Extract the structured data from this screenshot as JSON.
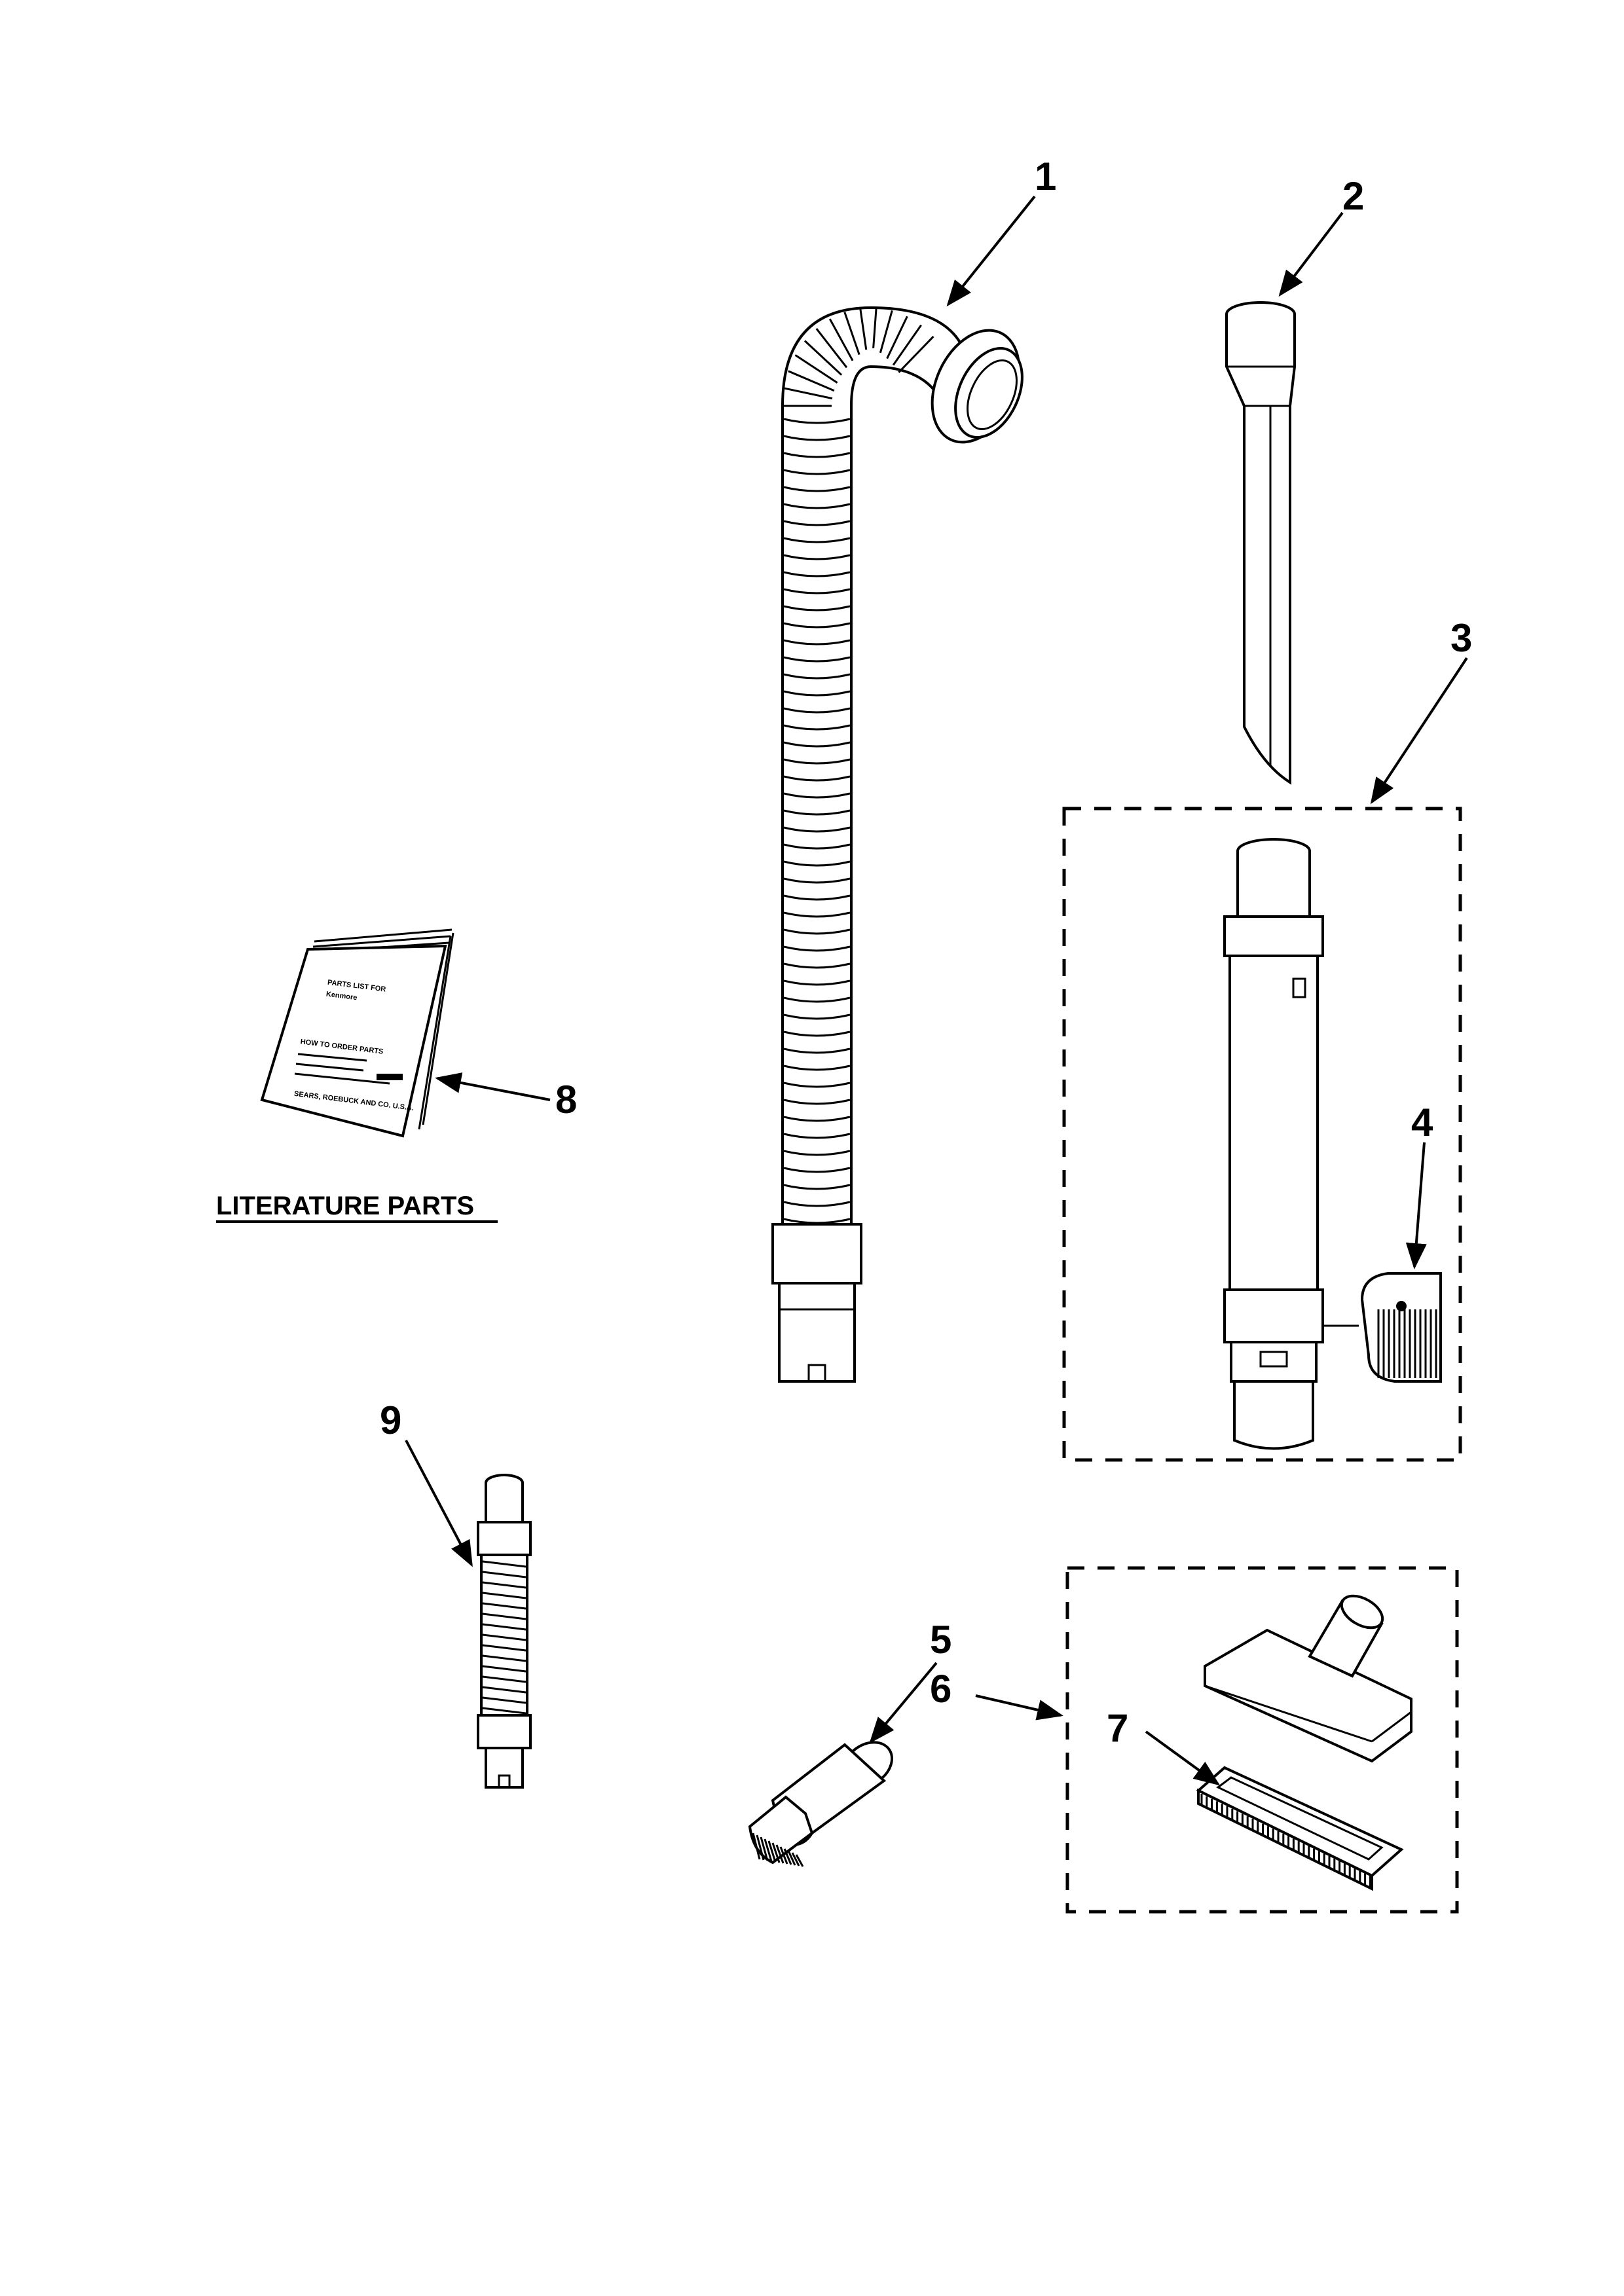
{
  "callouts": [
    {
      "id": "1",
      "label": "1"
    },
    {
      "id": "2",
      "label": "2"
    },
    {
      "id": "3",
      "label": "3"
    },
    {
      "id": "4",
      "label": "4"
    },
    {
      "id": "5",
      "label": "5"
    },
    {
      "id": "6",
      "label": "6"
    },
    {
      "id": "7",
      "label": "7"
    },
    {
      "id": "8",
      "label": "8"
    },
    {
      "id": "9",
      "label": "9"
    }
  ],
  "literature": {
    "title": "LITERATURE PARTS",
    "booklet_header": "PARTS LIST FOR",
    "booklet_brand": "Kenmore",
    "booklet_section": "HOW TO ORDER PARTS",
    "booklet_footer": "SEARS, ROEBUCK AND CO. U.S.A."
  },
  "colors": {
    "ink": "#000000",
    "paper": "#ffffff"
  }
}
